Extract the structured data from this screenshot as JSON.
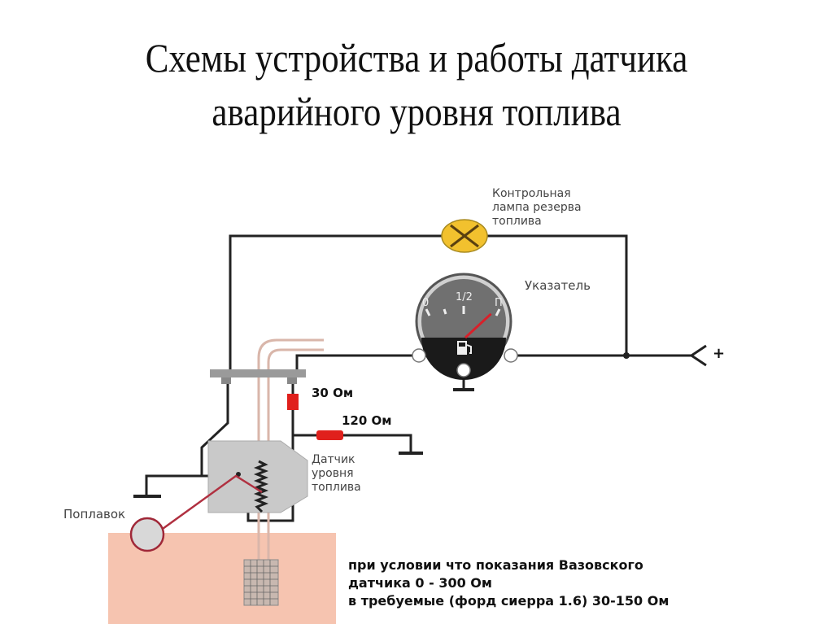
{
  "title": {
    "line1": "Схемы устройства и работы датчика",
    "line2": "аварийного уровня топлива"
  },
  "labels": {
    "lamp": [
      "Контрольная",
      "лампа резерва",
      "топлива"
    ],
    "gauge": "Указатель",
    "resistor_1": "30 Ом",
    "resistor_2": "120 Ом",
    "sensor": [
      "Датчик",
      "уровня",
      "топлива"
    ],
    "float": "Поплавок",
    "plus_terminal": "+",
    "gauge_marks": {
      "empty": "0",
      "half": "1/2",
      "full": "П"
    }
  },
  "note": {
    "lines": [
      "при условии что показания Вазовского",
      "датчика 0 - 300 Ом",
      "в требуемые (форд сиерра 1.6) 30-150 Ом"
    ]
  },
  "gauge": {
    "needle_level_fraction": 0.85
  },
  "colors": {
    "wire": "#222222",
    "resistor": "#e0201c",
    "lamp": "#f2c12e",
    "tank": "#f6c4b0",
    "float_arm": "#b03040",
    "pipe": "#d9b6aa",
    "gauge_face": "#6e6e6e"
  }
}
